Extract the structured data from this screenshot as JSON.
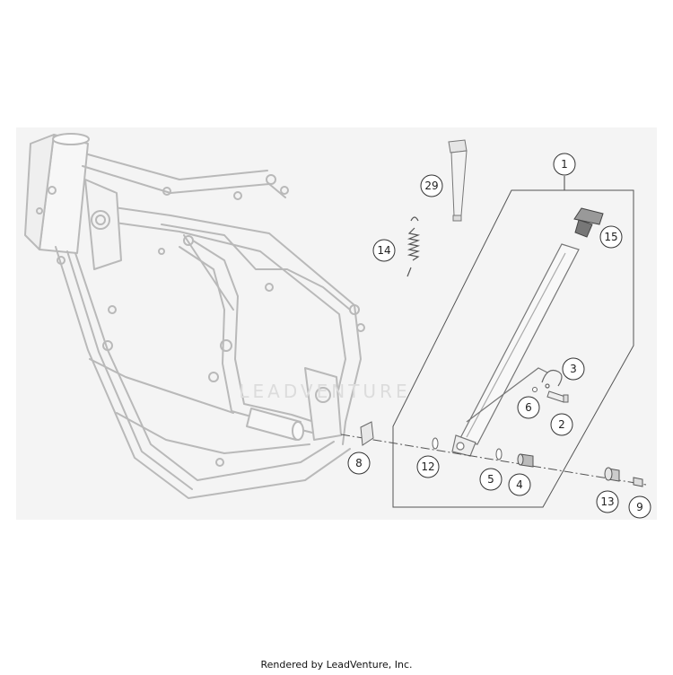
{
  "watermark": "LEADVENTURE",
  "footer": {
    "credit": "Rendered by LeadVenture, Inc."
  },
  "callouts": {
    "c1": "1",
    "c2": "2",
    "c3": "3",
    "c4": "4",
    "c5": "5",
    "c6": "6",
    "c8": "8",
    "c9": "9",
    "c12": "12",
    "c13": "13",
    "c14": "14",
    "c15": "15",
    "c29": "29"
  }
}
